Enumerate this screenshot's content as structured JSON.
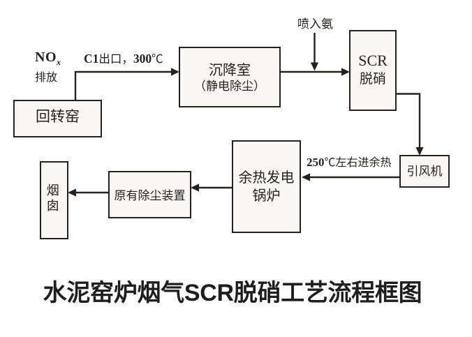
{
  "diagram": {
    "title": "水泥窑炉烟气SCR脱硝工艺流程框图",
    "nodes": {
      "rotary_kiln": {
        "label": "回转窑"
      },
      "settling_chamber": {
        "label": "沉降室",
        "sublabel": "（静电除尘）"
      },
      "scr": {
        "label": "SCR",
        "label2": "脱硝"
      },
      "fan": {
        "label": "引风机"
      },
      "boiler": {
        "label": "余热发电",
        "label2": "锅炉"
      },
      "dust_collector": {
        "label": "原有除尘装置"
      },
      "chimney": {
        "label": "烟囱"
      }
    },
    "labels": {
      "nox": {
        "latin": "NO",
        "subscript": "x",
        "line2": "排放"
      },
      "c1_outlet": {
        "bold1": "C1",
        "text1": "出口，",
        "bold2": "300",
        "unit": "℃"
      },
      "ammonia_injection": {
        "text": "喷入氨"
      },
      "waste_heat_temp": {
        "bold": "250",
        "unit": "℃",
        "text": "左右进余热"
      }
    },
    "colors": {
      "line": "#26231f",
      "box_fill": "#f8f7f4",
      "background": "#ffffff",
      "title_text": "#1e1e1e"
    }
  }
}
